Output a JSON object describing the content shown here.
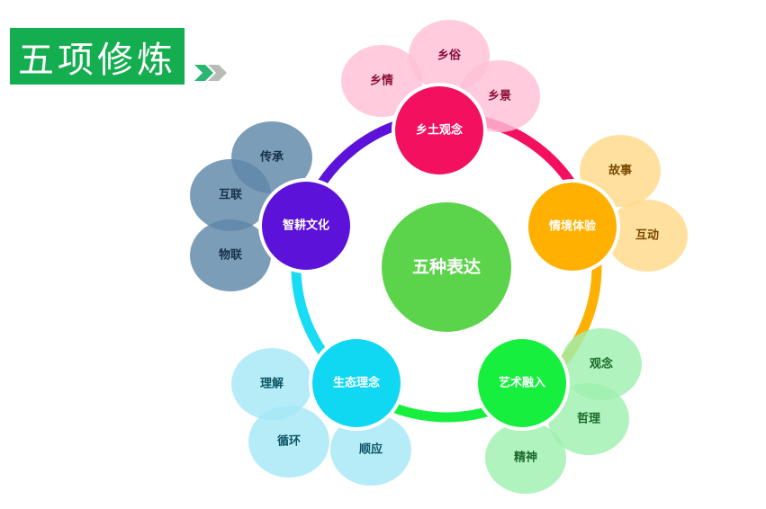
{
  "title": "五项修炼",
  "center": {
    "label": "五种表达",
    "color": "#5bd34a"
  },
  "ring_segments": [
    {
      "color": "#f2105f"
    },
    {
      "color": "#ffb000"
    },
    {
      "color": "#17ef3f"
    },
    {
      "color": "#17dcf3"
    },
    {
      "color": "#5c12d8"
    }
  ],
  "nodes": [
    {
      "id": "xiangtu",
      "label": "乡土观念",
      "color": "#f2105f",
      "bubble_color": "#ffc0d6",
      "bubble_text_color": "#8a1038",
      "bubbles": [
        "乡情",
        "乡俗",
        "乡景"
      ]
    },
    {
      "id": "qingjing",
      "label": "情境体验",
      "color": "#ffb000",
      "bubble_color": "#ffd98a",
      "bubble_text_color": "#7a4a00",
      "bubbles": [
        "故事",
        "互动"
      ]
    },
    {
      "id": "yishu",
      "label": "艺术融入",
      "color": "#17ef3f",
      "bubble_color": "#9ff0b0",
      "bubble_text_color": "#1d6a2c",
      "bubbles": [
        "观念",
        "哲理",
        "精神"
      ]
    },
    {
      "id": "shengtai",
      "label": "生态理念",
      "color": "#10d8f3",
      "bubble_color": "#a6e8f6",
      "bubble_text_color": "#0d5566",
      "bubbles": [
        "理解",
        "循环",
        "顺应"
      ]
    },
    {
      "id": "zhigeng",
      "label": "智耕文化",
      "color": "#5c12d8",
      "bubble_color": "#5f88a8",
      "bubble_text_color": "#17324a",
      "bubbles": [
        "传承",
        "互联",
        "物联"
      ]
    }
  ]
}
